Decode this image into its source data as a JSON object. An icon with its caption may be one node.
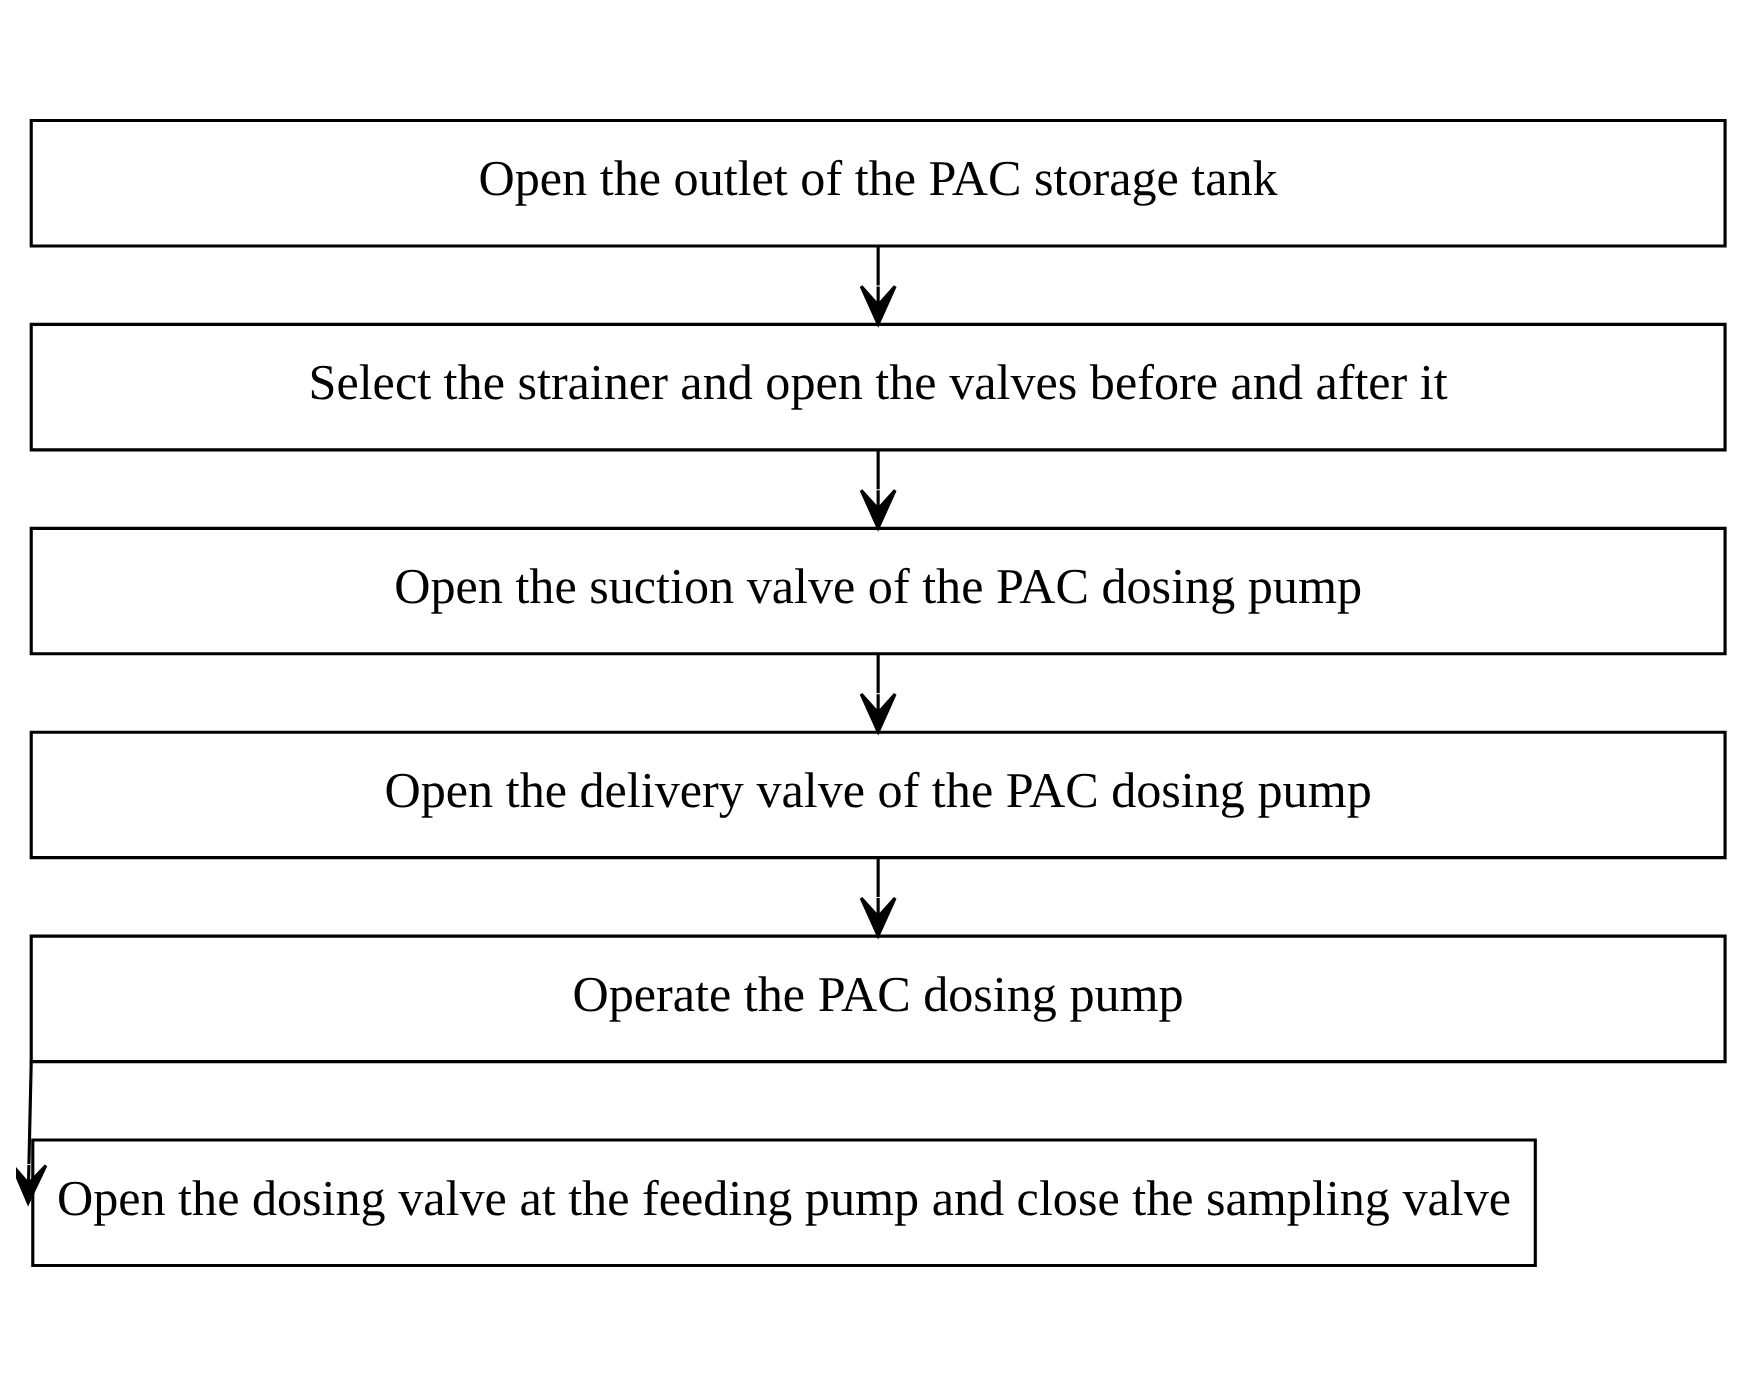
{
  "diagram": {
    "nodes": [
      {
        "text": [
          "Open the outlet of the PAC storage tank"
        ]
      },
      {
        "text": [
          "Select the strainer and open the valves before and after it"
        ]
      },
      {
        "text": [
          "Open the suction valve of the PAC dosing pump"
        ]
      },
      {
        "text": [
          "Open the delivery valve of the PAC dosing pump"
        ]
      },
      {
        "text": [
          "Operate the PAC dosing pump"
        ]
      },
      {
        "text": [
          "Open the dosing valve at the feeding pump and close the sampling valve"
        ]
      }
    ],
    "edges": [
      {
        "from": 0,
        "to": 1,
        "arrow": "to"
      },
      {
        "from": 1,
        "to": 2,
        "arrow": "to"
      },
      {
        "from": 2,
        "to": 3,
        "arrow": "to"
      },
      {
        "from": 3,
        "to": 4,
        "arrow": "to"
      },
      {
        "from": 4,
        "to": 5,
        "arrow": "to"
      }
    ]
  }
}
